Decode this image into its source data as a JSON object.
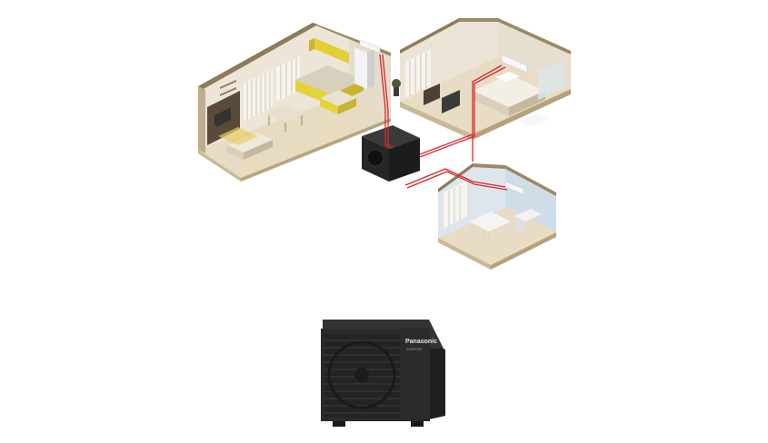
{
  "outdoor_unit": {
    "brand": "Panasonic",
    "model_text": "INVERTER",
    "body_color": "#2a2a2a"
  },
  "colors": {
    "pipe": "#d8282e",
    "wall": "#f1ebe0",
    "floor": "#e8dcc4",
    "kitchen_accent": "#e6d23a",
    "nursery_wall": "#c9dbe8",
    "unit_body": "#2b2b2b"
  },
  "icons": [
    "house-cutaway-illustration",
    "outdoor-unit-icon",
    "indoor-unit-icon",
    "pipe-line"
  ]
}
